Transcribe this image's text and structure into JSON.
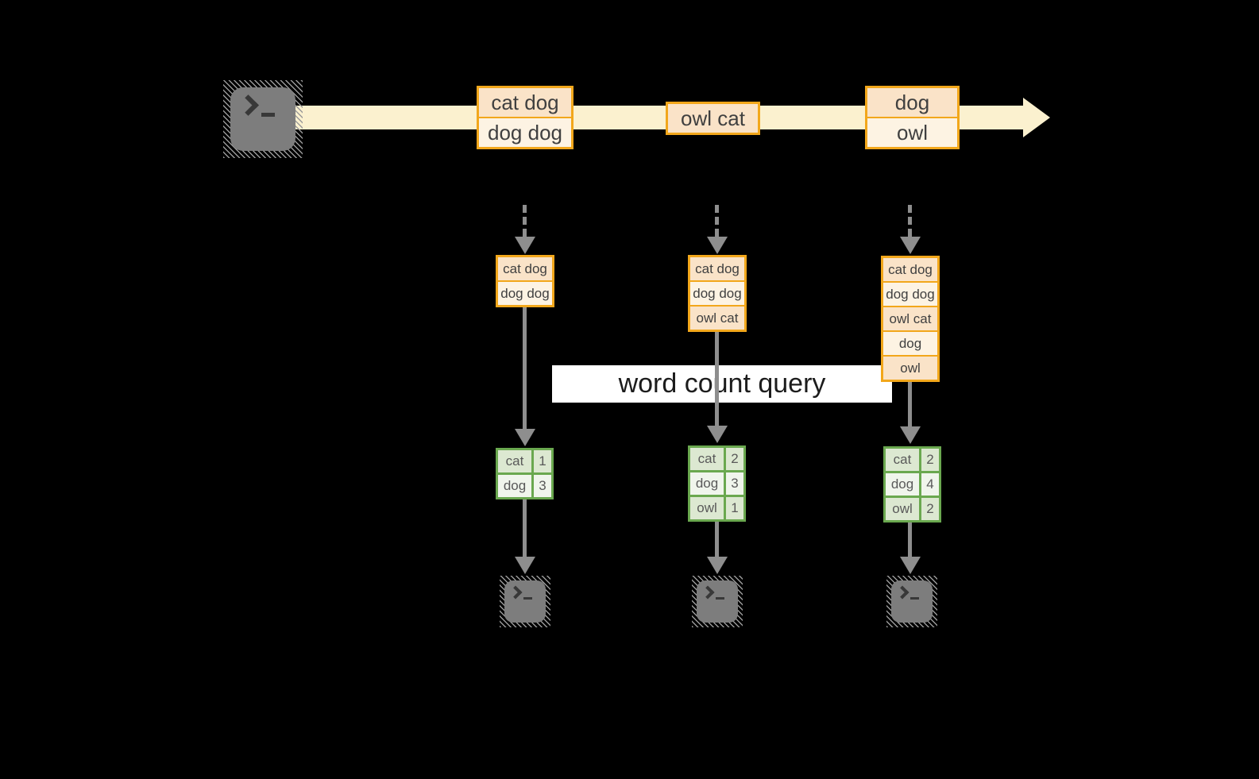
{
  "query_label": "word count query",
  "stream": {
    "batches": [
      {
        "messages": [
          "cat dog",
          "dog dog"
        ]
      },
      {
        "messages": [
          "owl cat"
        ]
      },
      {
        "messages": [
          "dog",
          "owl"
        ]
      }
    ]
  },
  "columns": [
    {
      "window": [
        "cat dog",
        "dog dog"
      ],
      "counts": [
        {
          "word": "cat",
          "count": "1"
        },
        {
          "word": "dog",
          "count": "3"
        }
      ]
    },
    {
      "window": [
        "cat dog",
        "dog dog",
        "owl cat"
      ],
      "counts": [
        {
          "word": "cat",
          "count": "2"
        },
        {
          "word": "dog",
          "count": "3"
        },
        {
          "word": "owl",
          "count": "1"
        }
      ]
    },
    {
      "window": [
        "cat dog",
        "dog dog",
        "owl cat",
        "dog",
        "owl"
      ],
      "counts": [
        {
          "word": "cat",
          "count": "2"
        },
        {
          "word": "dog",
          "count": "4"
        },
        {
          "word": "owl",
          "count": "2"
        }
      ]
    }
  ],
  "icons": {
    "source": "terminal-icon",
    "sink": "terminal-icon"
  },
  "colors": {
    "background": "#000000",
    "stream": "#FBF1CF",
    "box_border": "#F2A71B",
    "box_row_dark": "#FAE3C8",
    "box_row_light": "#FDF3E3",
    "table_border": "#6AA84F",
    "table_row_dark": "#DCE8D1",
    "table_row_light": "#F0F5EC",
    "arrow": "#8E8E8E",
    "banner_bg": "#FFFFFF"
  }
}
